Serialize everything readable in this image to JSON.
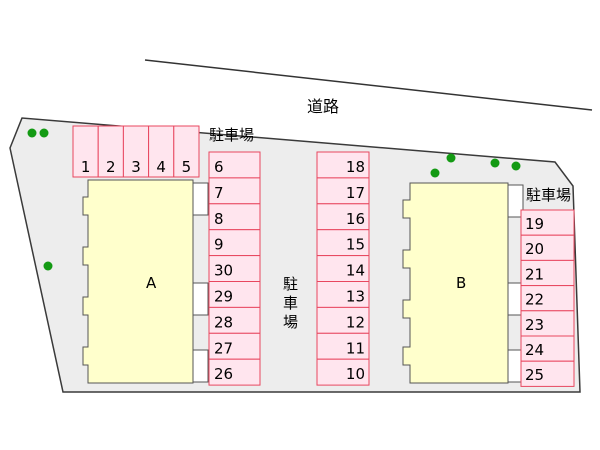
{
  "road": {
    "label": "道路"
  },
  "parking_label": "駐車場",
  "buildings": [
    {
      "id": "building-a",
      "label": "A"
    },
    {
      "id": "building-b",
      "label": "B"
    }
  ],
  "stalls": {
    "top_row": [
      "1",
      "2",
      "3",
      "4",
      "5"
    ],
    "left_column": [
      "6",
      "7",
      "8",
      "9",
      "30",
      "29",
      "28",
      "27",
      "26"
    ],
    "center_column": [
      "18",
      "17",
      "16",
      "15",
      "14",
      "13",
      "12",
      "11",
      "10"
    ],
    "right_column": [
      "19",
      "20",
      "21",
      "22",
      "23",
      "24",
      "25"
    ]
  },
  "colors": {
    "lot": "#ededed",
    "lot_outline": "#3a3a3a",
    "building": "#ffffcc",
    "stall_fill": "#ffe5ee",
    "stall_outline": "#e8475f",
    "tree": "#139a13"
  },
  "icons": {
    "tree": "tree-icon"
  }
}
